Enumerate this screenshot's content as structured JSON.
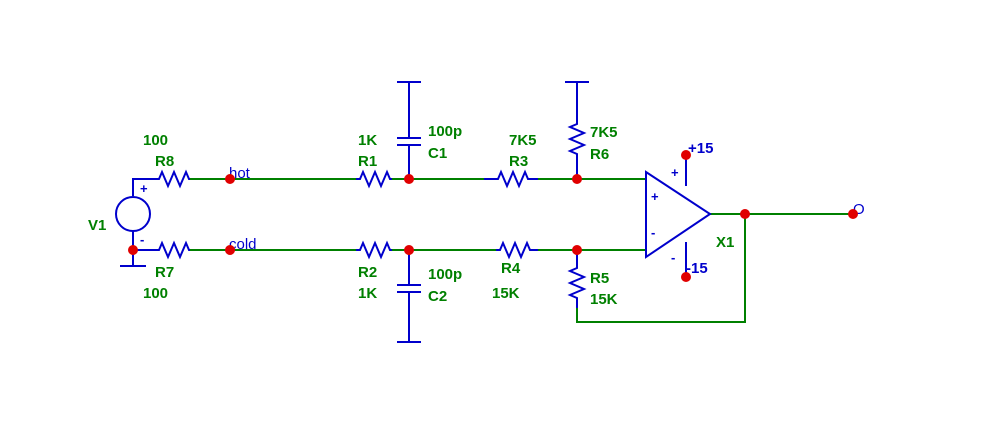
{
  "source": {
    "name": "V1",
    "plus": "+",
    "minus": "-"
  },
  "nets": {
    "hot": "hot",
    "cold": "cold",
    "output": "O"
  },
  "resistors": {
    "R8": {
      "name": "R8",
      "value": "100"
    },
    "R7": {
      "name": "R7",
      "value": "100"
    },
    "R1": {
      "name": "R1",
      "value": "1K"
    },
    "R2": {
      "name": "R2",
      "value": "1K"
    },
    "R3": {
      "name": "R3",
      "value": "7K5"
    },
    "R4": {
      "name": "R4",
      "value": "15K"
    },
    "R5": {
      "name": "R5",
      "value": "15K"
    },
    "R6": {
      "name": "R6",
      "value": "7K5"
    }
  },
  "capacitors": {
    "C1": {
      "name": "C1",
      "value": "100p"
    },
    "C2": {
      "name": "C2",
      "value": "100p"
    }
  },
  "opamp": {
    "name": "X1",
    "pos_supply": "+15",
    "neg_supply": "-15",
    "noninv": "+",
    "inv": "-",
    "vplus_mark": "+",
    "vminus_mark": "-"
  },
  "colors": {
    "wire": "#008000",
    "component": "#0000cc",
    "node": "#e00000",
    "label": "#008000"
  }
}
